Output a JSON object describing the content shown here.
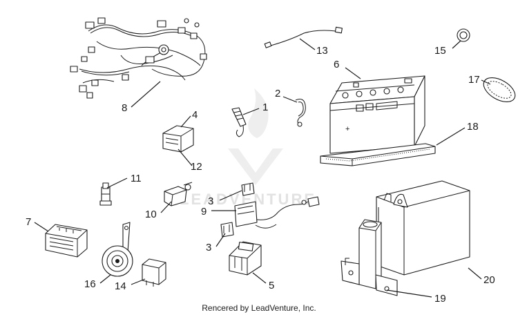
{
  "callouts": [
    "1",
    "2",
    "3",
    "3",
    "4",
    "5",
    "6",
    "7",
    "8",
    "9",
    "10",
    "11",
    "12",
    "13",
    "14",
    "15",
    "16",
    "17",
    "18",
    "19",
    "20"
  ],
  "watermark": "LEADVENTURE",
  "credit": "Rencered by LeadVenture, Inc."
}
